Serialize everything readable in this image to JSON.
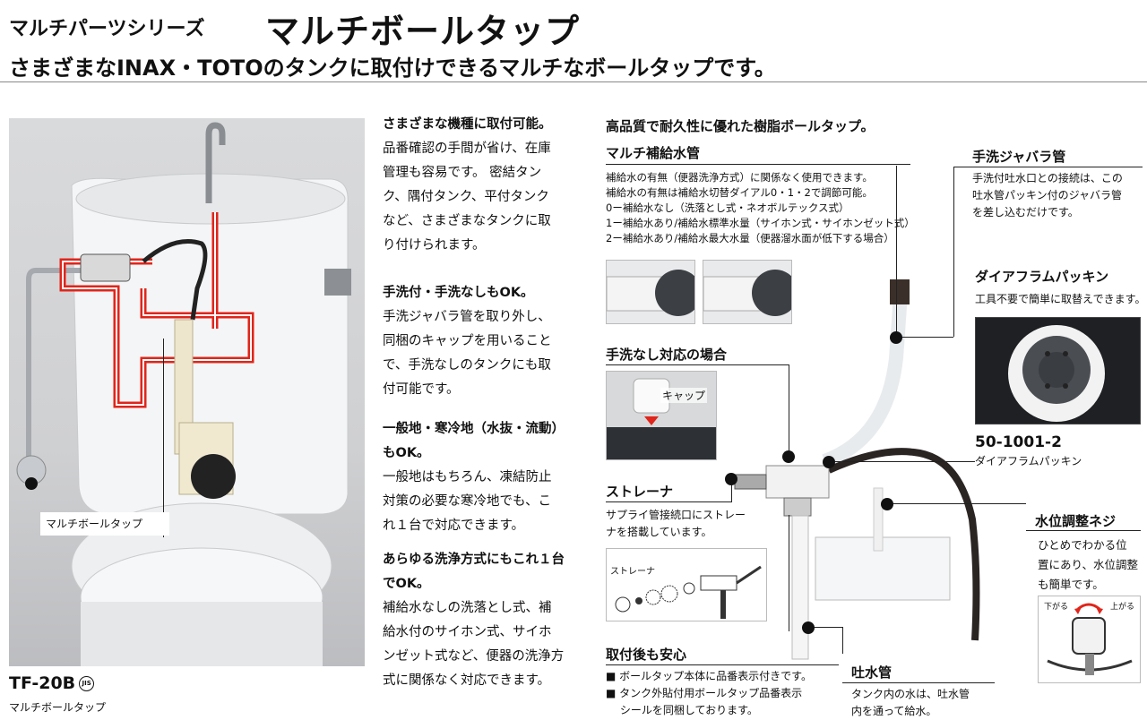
{
  "header": {
    "series": "マルチパーツシリーズ",
    "title": "マルチボールタップ",
    "subtitle": "さまざまなINAX・TOTOのタンクに取付けできるマルチなボールタップです。"
  },
  "photo": {
    "callout": "マルチボールタップ",
    "model": "TF-20B",
    "jis_mark": "JIS",
    "model_sub": "マルチボールタップ"
  },
  "features": [
    {
      "heading": "さまざまな機種に取付可能。",
      "body": [
        "品番確認の手間が省け、在庫",
        "管理も容易です。 密結タン",
        "ク、隅付タンク、平付タンク",
        "など、さまざまなタンクに取",
        "り付けられます。"
      ]
    },
    {
      "heading": "手洗付・手洗なしもOK。",
      "body": [
        "手洗ジャバラ管を取り外し、",
        "同梱のキャップを用いること",
        "で、手洗なしのタンクにも取",
        "付可能です。"
      ]
    },
    {
      "heading_lines": [
        "一般地・寒冷地（水抜・流動）",
        "もOK。"
      ],
      "body": [
        "一般地はもちろん、凍結防止",
        "対策の必要な寒冷地でも、こ",
        "れ１台で対応できます。"
      ]
    },
    {
      "heading_lines": [
        "あらゆる洗浄方式にもこれ１台",
        "でOK。"
      ],
      "body": [
        "補給水なしの洗落とし式、補",
        "給水付のサイホン式、サイホ",
        "ンゼット式など、便器の洗浄方",
        "式に関係なく対応できます。"
      ]
    }
  ],
  "diagram": {
    "top_note": "高品質で耐久性に優れた樹脂ボールタップ。",
    "refill": {
      "heading": "マルチ補給水管",
      "lines": [
        "補給水の有無（便器洗浄方式）に関係なく使用できます。",
        "補給水の有無は補給水切替ダイアル0・1・2で調節可能。",
        "0ー補給水なし（洗落とし式・ネオボルテックス式）",
        "1ー補給水あり/補給水標準水量（サイホン式・サイホンゼット式）",
        "2ー補給水あり/補給水最大水量（便器溜水面が低下する場合）"
      ]
    },
    "no_basin": {
      "heading": "手洗なし対応の場合",
      "cap_label": "キャップ"
    },
    "strainer": {
      "heading": "ストレーナ",
      "lines": [
        "サプライ管接続口にストレー",
        "ナを搭載しています。"
      ],
      "inset_label": "ストレーナ"
    },
    "safety": {
      "heading": "取付後も安心",
      "lines": [
        "■ ボールタップ本体に品番表示付きです。",
        "■ タンク外貼付用ボールタップ品番表示",
        "　 シールを同梱しております。"
      ]
    },
    "bellows": {
      "heading": "手洗ジャバラ管",
      "lines": [
        "手洗付吐水口との接続は、この",
        "吐水管パッキン付のジャバラ管",
        "を差し込むだけです。"
      ]
    },
    "diaphragm": {
      "heading": "ダイアフラムパッキン",
      "desc": "工具不要で簡単に取替えできます。",
      "code": "50-1001-2",
      "code_label": "ダイアフラムパッキン"
    },
    "level": {
      "heading": "水位調整ネジ",
      "lines": [
        "ひとめでわかる位",
        "置にあり、水位調整",
        "も簡単です。"
      ],
      "down": "下がる",
      "up": "上がる"
    },
    "spout": {
      "heading": "吐水管",
      "lines": [
        "タンク内の水は、吐水管",
        "内を通って給水。"
      ]
    }
  }
}
